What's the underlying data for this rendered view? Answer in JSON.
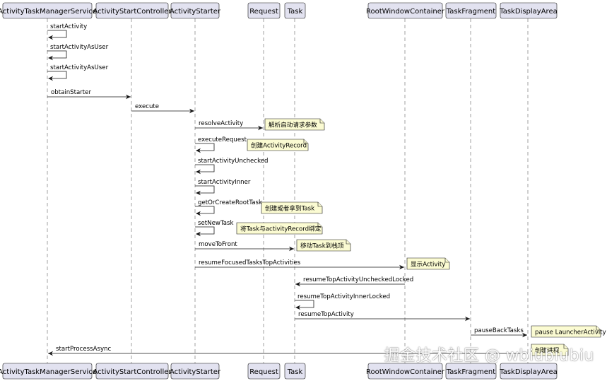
{
  "participants": [
    "ActivityTaskManagerService",
    "ActivityStartController",
    "ActivityStarter",
    "Request",
    "Task",
    "RootWindowContainer",
    "TaskFragment",
    "TaskDisplayArea"
  ],
  "messages": [
    {
      "from": 0,
      "to": 0,
      "label": "startActivity"
    },
    {
      "from": 0,
      "to": 0,
      "label": "startActivityAsUser"
    },
    {
      "from": 0,
      "to": 0,
      "label": "startActivityAsUser"
    },
    {
      "from": 0,
      "to": 1,
      "label": "obtainStarter"
    },
    {
      "from": 1,
      "to": 2,
      "label": "execute"
    },
    {
      "from": 2,
      "to": 3,
      "label": "resolveActivity",
      "note": "解析启动请求参数"
    },
    {
      "from": 2,
      "to": 2,
      "label": "executeRequest",
      "note": "创建ActivityRecord"
    },
    {
      "from": 2,
      "to": 2,
      "label": "startActivityUnchecked"
    },
    {
      "from": 2,
      "to": 2,
      "label": "startActivityInner"
    },
    {
      "from": 2,
      "to": 2,
      "label": "getOrCreateRootTask",
      "note": "创建或者拿到Task"
    },
    {
      "from": 2,
      "to": 2,
      "label": "setNewTask",
      "note": "将Task与activityRecord绑定"
    },
    {
      "from": 2,
      "to": 4,
      "label": "moveToFront",
      "note": "移动Task到栈顶"
    },
    {
      "from": 2,
      "to": 5,
      "label": "resumeFocusedTasksTopActivities",
      "note": "显示Activity"
    },
    {
      "from": 5,
      "to": 4,
      "label": "resumeTopActivityUncheckedLocked"
    },
    {
      "from": 4,
      "to": 4,
      "label": "resumeTopActivityInnerLocked"
    },
    {
      "from": 4,
      "to": 6,
      "label": "resumeTopActivity"
    },
    {
      "from": 6,
      "to": 7,
      "label": "pauseBackTasks",
      "note": "pause LauncherActivity"
    },
    {
      "from": 7,
      "to": 0,
      "label": "startProcessAsync",
      "note": "创建进程"
    }
  ],
  "watermark": "掘金技术社区 @ wbiubiubiu"
}
